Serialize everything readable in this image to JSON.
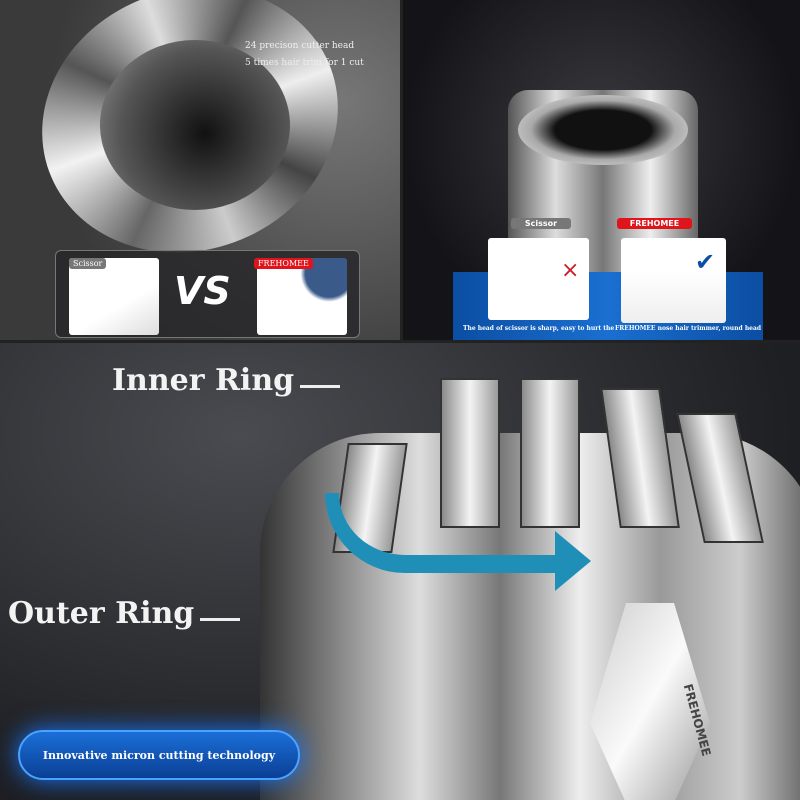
{
  "top_left": {
    "spec_lines": [
      "24 precison cutter head",
      "5 times hair trim for 1 cut"
    ],
    "scissor_tag": "Scissor",
    "vs": "VS",
    "brand_tag": "FREHOMEE"
  },
  "top_right": {
    "scissor_tag": "Scissor",
    "brand_tag": "FREHOMEE",
    "scissor_caption": "The head of scissor is sharp, easy to hurt the",
    "brand_caption": "FREHOMEE nose hair trimmer, round head",
    "cross_icon": "×",
    "check_icon": "✔"
  },
  "bottom": {
    "inner_ring": "Inner Ring",
    "outer_ring": "Outer Ring",
    "badge": "Innovative micron cutting technology",
    "product_brand": "FREHOMEE"
  },
  "colors": {
    "accent_blue": "#1a6fd0",
    "brand_red": "#e0141b",
    "arrow_teal": "#1f8fb8"
  }
}
